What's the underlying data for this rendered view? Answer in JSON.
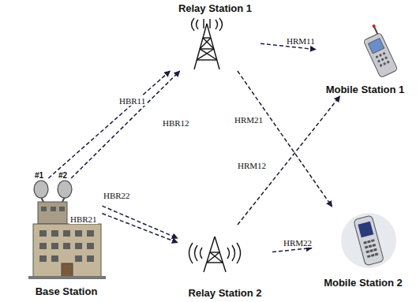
{
  "diagram": {
    "nodes": [
      {
        "text": [
          "Relay Station 1"
        ]
      },
      {
        "text": [
          "Mobile Station 1"
        ]
      },
      {
        "text": [
          "Base Station"
        ]
      },
      {
        "text": [
          "Relay Station 2"
        ]
      },
      {
        "text": [
          "Mobile Station 2"
        ]
      }
    ],
    "edges": [
      {
        "from": 2,
        "to": 0,
        "label": "HBR11",
        "arrow": "to"
      },
      {
        "from": 2,
        "to": 0,
        "label": "HBR12",
        "arrow": "to"
      },
      {
        "from": 2,
        "to": 3,
        "label": "HBR22",
        "arrow": "to"
      },
      {
        "from": 2,
        "to": 3,
        "label": "HBR21",
        "arrow": "to"
      },
      {
        "from": 0,
        "to": 1,
        "label": "HRM11",
        "arrow": "to"
      },
      {
        "from": 0,
        "to": 4,
        "label": "HRM21",
        "arrow": "to"
      },
      {
        "from": 3,
        "to": 1,
        "label": "HRM12",
        "arrow": "to"
      },
      {
        "from": 3,
        "to": 4,
        "label": "HRM22",
        "arrow": "to"
      }
    ],
    "labels": [
      "#1",
      "#2"
    ]
  }
}
